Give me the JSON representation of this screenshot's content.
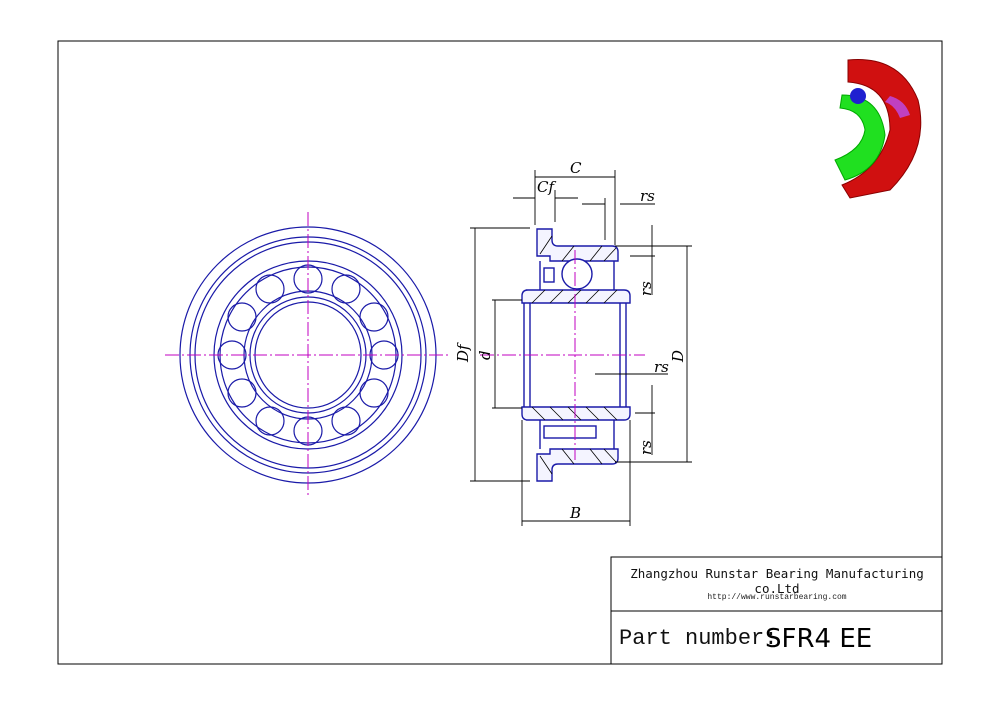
{
  "title_block": {
    "company": "Zhangzhou Runstar Bearing Manufacturing co.Ltd",
    "url": "http://www.runstarbearing.com",
    "part_number_label": "Part number:",
    "part_number": "SFR4 EE"
  },
  "dimensions": {
    "C": "C",
    "Cf": "Cf",
    "rs_top": "rs",
    "rs_right_top": "rs",
    "rs_mid": "rs",
    "rs_right_bottom": "rs",
    "Df": "Df",
    "d": "d",
    "D": "D",
    "B": "B"
  },
  "colors": {
    "outline": "#1a1aa8",
    "centerline": "#c000c0",
    "dimension": "#000000"
  }
}
